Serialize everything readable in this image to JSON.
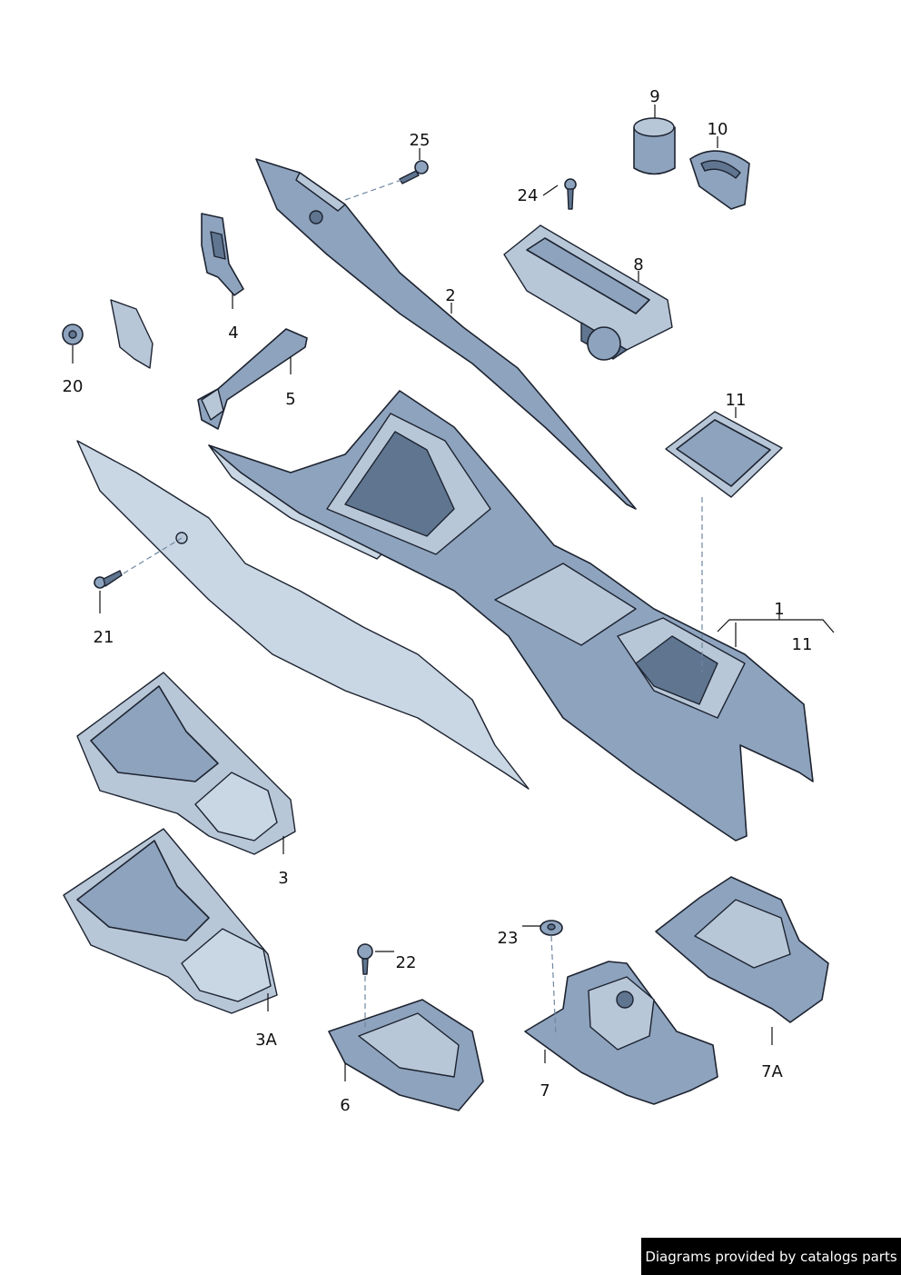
{
  "part_labels": {
    "p1": "1",
    "p2": "2",
    "p3": "3",
    "p3a": "3A",
    "p4": "4",
    "p5": "5",
    "p6": "6",
    "p7": "7",
    "p7a": "7A",
    "p8": "8",
    "p9": "9",
    "p10": "10",
    "p11_tray": "11",
    "p11_group": "11",
    "p20": "20",
    "p21": "21",
    "p22": "22",
    "p23": "23",
    "p24": "24",
    "p25": "25"
  },
  "watermark": "Diagrams provided by catalogs parts",
  "colors": {
    "part_fill": "#8ea3bd",
    "part_light": "#b8c7d8",
    "part_dark": "#5f7590",
    "outline": "#1d2330",
    "watermark_bg": "#000000",
    "watermark_text": "#ffffff"
  }
}
